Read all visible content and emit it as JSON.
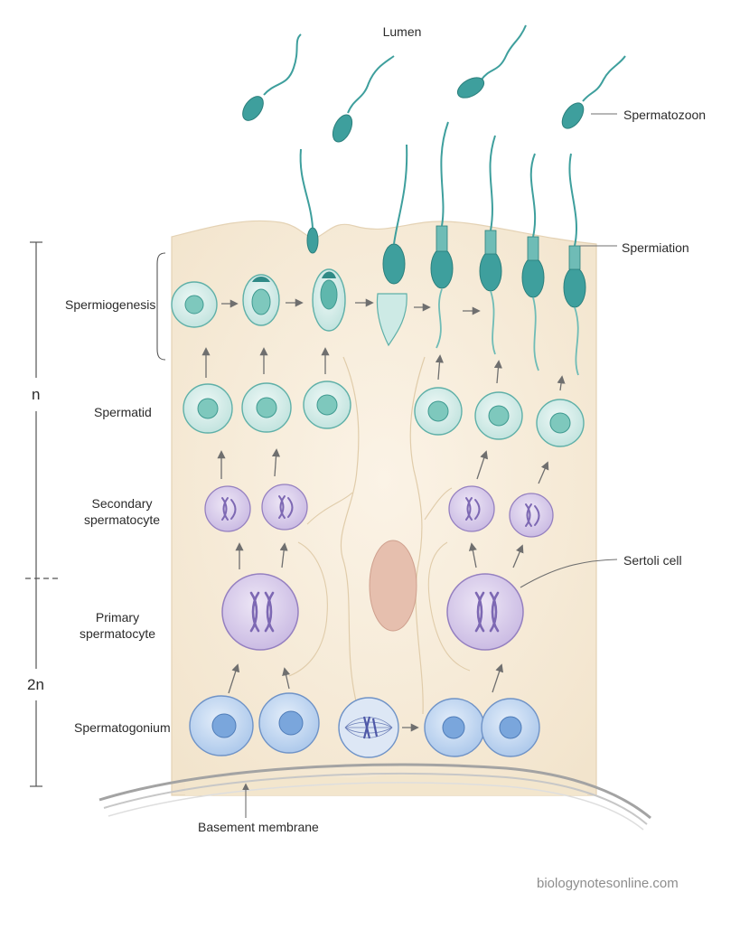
{
  "labels": {
    "lumen": "Lumen",
    "spermatozoon": "Spermatozoon",
    "spermiation": "Spermiation",
    "spermiogenesis": "Spermiogenesis",
    "spermatid": "Spermatid",
    "secondary_spermatocyte_line1": "Secondary",
    "secondary_spermatocyte_line2": "spermatocyte",
    "primary_spermatocyte_line1": "Primary",
    "primary_spermatocyte_line2": "spermatocyte",
    "spermatogonium": "Spermatogonium",
    "sertoli_cell": "Sertoli cell",
    "basement_membrane": "Basement membrane",
    "ploidy_haploid": "n",
    "ploidy_diploid": "2n",
    "watermark": "biologynotesonline.com"
  },
  "colors": {
    "sertoli_cytoplasm": "#f7ecd8",
    "sertoli_nucleus": "#e2b7a8",
    "spermatogonium": "#b9d3ef",
    "primary_spermatocyte": "#d9cdeb",
    "secondary_spermatocyte": "#ddd2ee",
    "spermatid": "#cfeae6",
    "sperm_head": "#3e9f9d",
    "arrow": "#6f6f6f"
  }
}
